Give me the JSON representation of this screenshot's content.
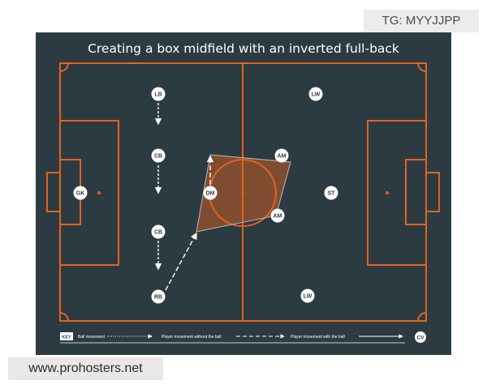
{
  "title": "Creating a box midfield with an inverted full-back",
  "watermark_tg": "TG: MYYJJPP",
  "watermark_site": "www.prohosters.net",
  "colors": {
    "board": "#2c3b42",
    "pitch_lines": "#e5621d",
    "box_fill": "#8a8a8a"
  },
  "players": {
    "lb": "LB",
    "cb1": "CB",
    "cb2": "CB",
    "rb": "RB",
    "gk": "GK",
    "dm": "DM",
    "am1": "AM",
    "am2": "AM",
    "st": "ST",
    "lw": "LW",
    "rw": "LW"
  },
  "key": {
    "label": "KEY",
    "ball_movement": "Ball movement",
    "without_ball": "Player movement without the ball",
    "with_ball": "Player movement with the ball",
    "logo": "CV"
  }
}
